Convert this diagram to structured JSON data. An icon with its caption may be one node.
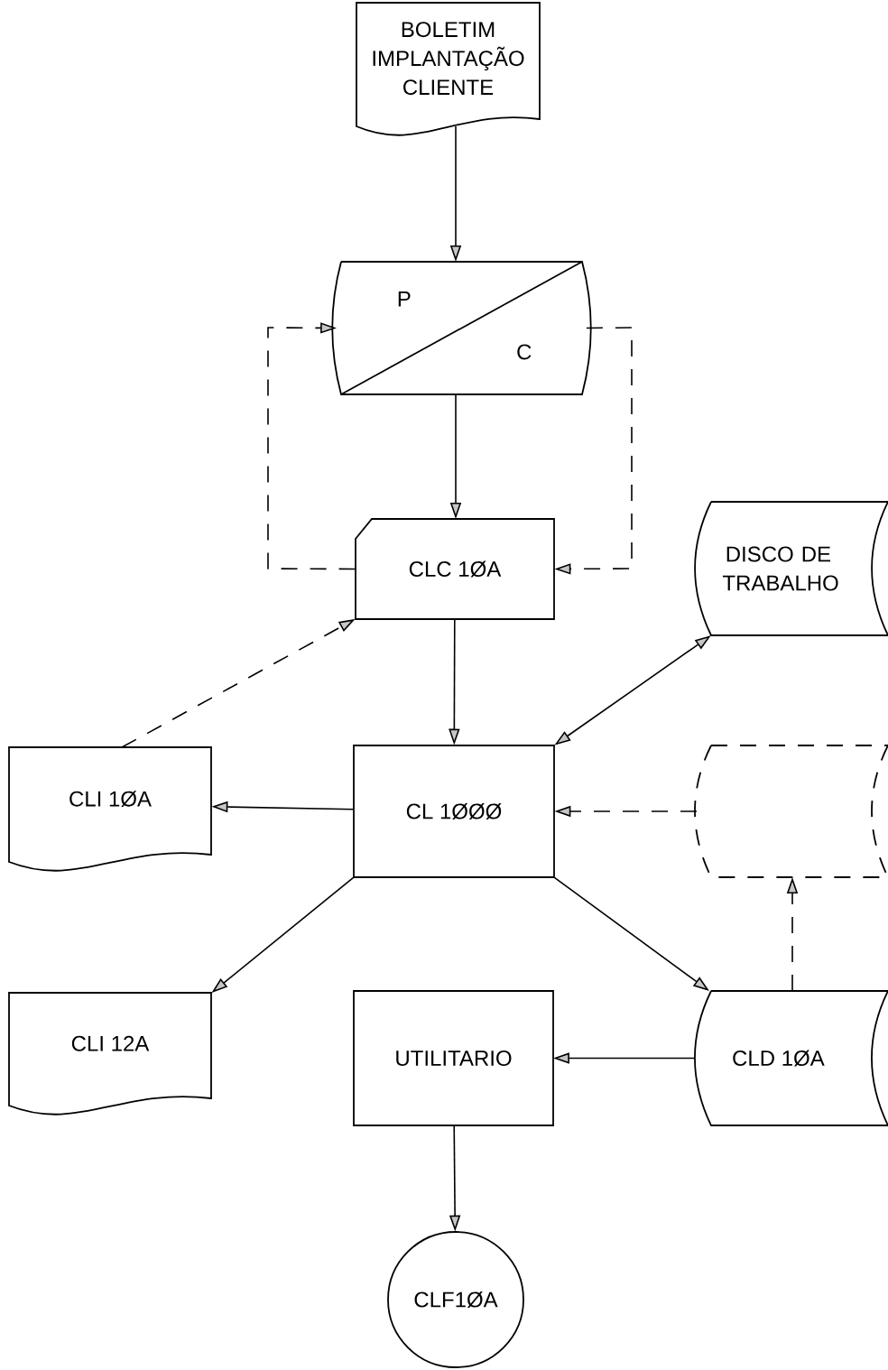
{
  "diagram": {
    "nodes": [
      {
        "text": [
          "BOLETIM IMPLANTAÇÃO CLIENTE"
        ]
      },
      {
        "text": [
          "P",
          "C"
        ]
      },
      {
        "text": [
          "CLC 1ØA"
        ]
      },
      {
        "text": [
          "DISCO DE TRABALHO"
        ]
      },
      {
        "text": [
          "CLI 1ØA"
        ]
      },
      {
        "text": [
          "CL 1ØØØ"
        ]
      },
      {
        "text": [],
        "shape": "cylinder"
      },
      {
        "text": [
          "CLI 12A"
        ]
      },
      {
        "text": [
          "UTILITARIO"
        ]
      },
      {
        "text": [
          "CLD 1ØA"
        ]
      },
      {
        "text": [
          "CLF1ØA"
        ]
      }
    ],
    "edges": [
      {
        "from": 0,
        "to": 1,
        "arrow": "to"
      },
      {
        "from": 1,
        "to": 2,
        "arrow": "to"
      },
      {
        "from": 2,
        "to": 1,
        "arrow": "to",
        "style": "dashed"
      },
      {
        "from": 1,
        "to": 2,
        "arrow": "to",
        "style": "dashed"
      },
      {
        "from": 4,
        "to": 2,
        "arrow": "to",
        "style": "dashed"
      },
      {
        "from": 2,
        "to": 5,
        "arrow": "to"
      },
      {
        "from": 3,
        "to": 5,
        "arrow": "both"
      },
      {
        "from": 6,
        "to": 5,
        "arrow": "to",
        "style": "dashed"
      },
      {
        "from": 5,
        "to": 4,
        "arrow": "to"
      },
      {
        "from": 5,
        "to": 7,
        "arrow": "to"
      },
      {
        "from": 5,
        "to": 9,
        "arrow": "to"
      },
      {
        "from": 9,
        "to": 6,
        "arrow": "to",
        "style": "dashed"
      },
      {
        "from": 9,
        "to": 8,
        "arrow": "to"
      },
      {
        "from": 8,
        "to": 10,
        "arrow": "to"
      }
    ]
  }
}
